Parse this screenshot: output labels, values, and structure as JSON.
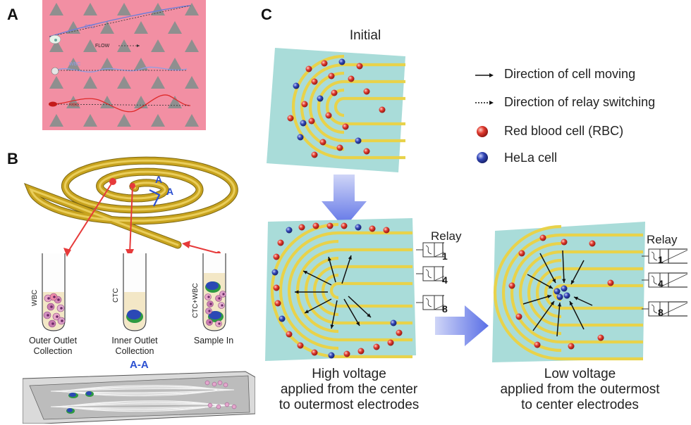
{
  "panels": {
    "a": {
      "letter": "A",
      "ctc": "CTC",
      "wbc": "WBC",
      "rbc": "RBC",
      "flow": "FLOW",
      "colors": {
        "background": "#f28fa3",
        "triangle": "#8f8f8f"
      }
    },
    "b": {
      "letter": "B",
      "section_marker": "A",
      "section_title": "A-A",
      "tubes": [
        {
          "side_label": "WBC",
          "caption": "Outer Outlet\nCollection"
        },
        {
          "side_label": "CTC",
          "caption": "Inner Outlet\nCollection"
        },
        {
          "side_label": "CTC+WBC",
          "caption": "Sample In"
        }
      ],
      "colors": {
        "spiral": "#c8a31e",
        "arrow": "#e63a3a",
        "section": "#2a4fd1"
      }
    },
    "c": {
      "letter": "C",
      "initial_label": "Initial",
      "relay_title": "Relay",
      "relay_numbers": [
        "1",
        "4",
        "8"
      ],
      "legend": [
        {
          "icon": "solid-arrow-icon",
          "text": "Direction of cell moving"
        },
        {
          "icon": "dotted-arrow-icon",
          "text": "Direction of relay switching"
        },
        {
          "icon": "red-cell-icon",
          "text": "Red blood cell (RBC)"
        },
        {
          "icon": "blue-cell-icon",
          "text": "HeLa cell"
        }
      ],
      "captions": {
        "high": "High voltage\napplied from the center\nto outermost electrodes",
        "low": "Low voltage\napplied from the outermost\nto center electrodes"
      },
      "colors": {
        "chip": "#a9dcd9",
        "electrode": "#e8d24a",
        "rbc": "#e03a2e",
        "hela": "#3347b8",
        "arrow_blue": "#5a6fe6"
      }
    }
  }
}
